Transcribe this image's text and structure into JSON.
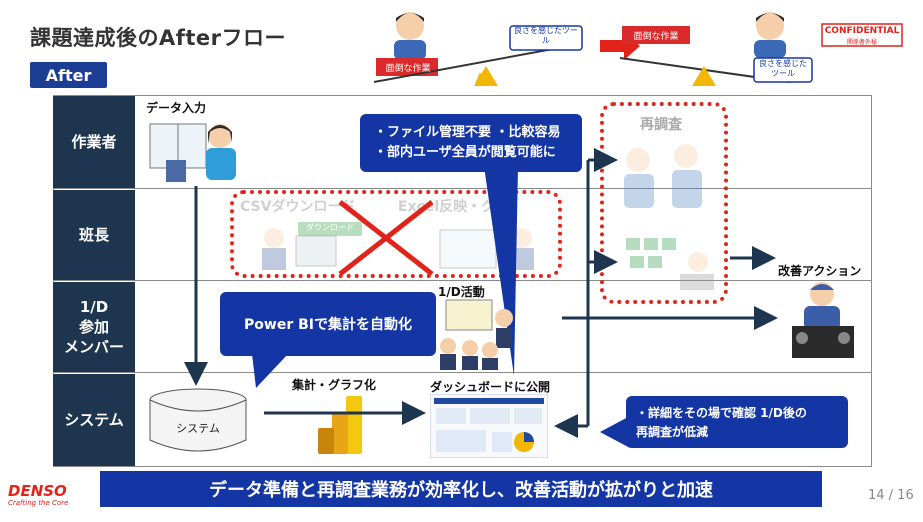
{
  "title": "課題達成後のAfterフロー",
  "badge": "After",
  "header_illust": {
    "left_tag": "面倒な作業",
    "left_tool": "良さを感じたツール",
    "right_tag": "面倒な作業",
    "right_tool": "良さを感じたツール",
    "confidential": "CONFIDENTIAL",
    "confidential_sub": "関係者外秘"
  },
  "lanes": [
    "作業者",
    "班長",
    "1/D参加メンバー",
    "システム"
  ],
  "lanes_display": {
    "worker": "作業者",
    "leader": "班長",
    "member_l1": "1/D",
    "member_l2": "参加",
    "member_l3": "メンバー",
    "system": "システム"
  },
  "labels": {
    "data_input": "データ入力",
    "csv_download": "CSVダウンロード",
    "csv_btn": "ダウンロード",
    "excel_reflect": "Excel反映・グ",
    "one_d_activity": "1/D活動",
    "reinvestigate": "再調査",
    "improvement_action": "改善アクション",
    "aggregate_graph": "集計・グラフ化",
    "dashboard_publish": "ダッシュボードに公開",
    "system_db": "システム"
  },
  "callouts": {
    "top_line1": "・ファイル管理不要 ・比較容易",
    "top_line2": "・部内ユーザ全員が閲覧可能に",
    "powerbi": "Power BIで集計を自動化",
    "detail_line1": "・詳細をその場で確認 1/D後の",
    "detail_line2": "再調査が低減"
  },
  "banner": "データ準備と再調査業務が効率化し、改善活動が拡がりと加速",
  "logo": "DENSO",
  "logo_sub": "Crafting the Core",
  "page": "14 / 16",
  "colors": {
    "navy": "#1e3550",
    "blue": "#1436a4",
    "red": "#e2231a",
    "gold": "#f2b705"
  }
}
